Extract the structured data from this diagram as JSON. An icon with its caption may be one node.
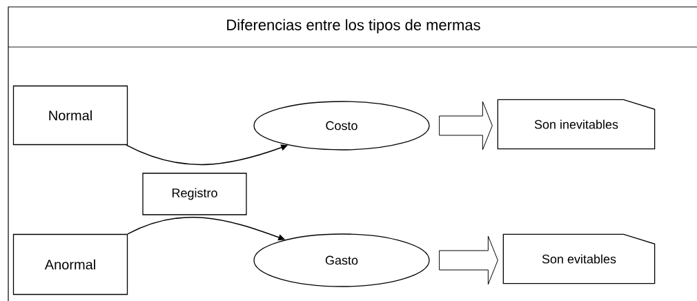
{
  "diagram": {
    "title": "Diferencias entre los tipos de mermas",
    "nodes": [
      {
        "text": [
          "Normal"
        ]
      },
      {
        "text": [
          "Costo"
        ]
      },
      {
        "text": [
          "Son inevitables"
        ]
      },
      {
        "text": [
          "Registro"
        ]
      },
      {
        "text": [
          "Anormal"
        ]
      },
      {
        "text": [
          "Gasto"
        ]
      },
      {
        "text": [
          "Son evitables"
        ]
      }
    ],
    "edges": [
      {
        "from": 0,
        "to": 1,
        "arrow": "to"
      },
      {
        "from": 1,
        "to": 2,
        "arrow": "to"
      },
      {
        "from": 4,
        "to": 5,
        "arrow": "to"
      },
      {
        "from": 5,
        "to": 6,
        "arrow": "to"
      }
    ]
  }
}
